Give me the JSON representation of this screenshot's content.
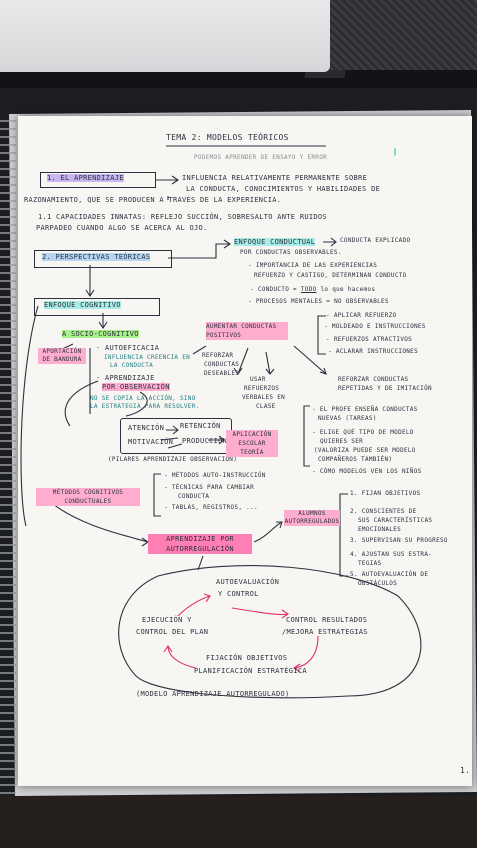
{
  "title": "TEMA 2: MODELOS TEÓRICOS",
  "faint_note": "PODEMOS APRENDER DE ENSAYO Y ERROR",
  "section1": {
    "heading": "1. EL APRENDIZAJE",
    "def_line1": "INFLUENCIA RELATIVAMENTE PERMANENTE SOBRE",
    "def_line2": "LA CONDUCTA, CONOCIMIENTOS Y HABILIDADES DE",
    "def_line3": "RAZONAMIENTO, QUE SE PRODUCEN A TRAVÉS DE LA EXPERIENCIA.",
    "sub_line1": "1.1 CAPACIDADES INNATAS: REFLEJO SUCCIÓN, SOBRESALTO ANTE RUIDOS",
    "sub_line2": "PARPADEO CUANDO ALGO SE ACERCA AL OJO."
  },
  "section2": {
    "heading": "2. PERSPECTIVAS TEÓRICAS",
    "conductual": {
      "label": "ENFOQUE CONDUCTUAL",
      "side1": "CONDUCTA EXPLICADO",
      "side2": "POR CONDUCTAS OBSERVABLES.",
      "b1_1": "- IMPORTANCIA DE LAS EXPERIENCIAS",
      "b1_2": "REFUERZO Y CASTIGO, DETERMINAN CONDUCTO",
      "b2_pre": "- CONDUCTO =",
      "b2_todo": "TODO",
      "b2_post": "lo que hacemos",
      "b3": "- PROCESOS MENTALES = NO OBSERVABLES"
    },
    "cognitivo": {
      "label": "ENFOQUE COGNITIVO"
    },
    "socio": {
      "label": "A SOCIO-COGNITIVO",
      "bandura": "APORTACIÓN DE BANDURA",
      "autoeficacia": "- AUTOEFICACIA",
      "autoeficacia_note1": "INFLUENCIA CREENCIA EN",
      "autoeficacia_note2": "LA CONDUCTA",
      "aprendizaje_obs1": "- APRENDIZAJE",
      "aprendizaje_obs2": "POR OBSERVACIÓN",
      "obs_note1": "NO SE COPIA LA ACCIÓN, SINO",
      "obs_note2": "LA ESTRATEGIA PARA RESOLVER.",
      "aumentar": "AUMENTAR CONDUCTAS POSITIVOS",
      "reforzar_deseables1": "REFORZAR",
      "reforzar_deseables2": "CONDUCTAS",
      "reforzar_deseables3": "DESEABLES",
      "usar1": "USAR",
      "usar2": "REFUERZOS",
      "usar3": "VERBALES EN",
      "usar4": "CLASE",
      "list": [
        "- APLICAR REFUERZO",
        "- MOLDEADO E INSTRUCCIONES",
        "- REFUERZOS ATRACTIVOS",
        "- ACLARAR INSTRUCCIONES"
      ],
      "reforzar_rep1": "REFORZAR CONDUCTAS",
      "reforzar_rep2": "REPETIDAS Y DE IMITACIÓN",
      "atencion": "ATENCIÓN",
      "retencion": "RETENCIÓN",
      "motivacion": "MOTIVACIÓN",
      "produccion": "PRODUCCIÓN",
      "pilares": "(PILARES APRENDIZAJE OBSERVACIÓN)",
      "aplicacion": "APLICACIÓN ESCOLAR TEORÍA",
      "examples": [
        "- EL PROFE ENSEÑA CONDUCTAS",
        "NUEVAS (TAREAS)",
        "- ELIGE QUÉ TIPO DE MODELO",
        "QUIERES SER",
        "(VALORIZA PUEDE SER MODELO",
        "COMPAÑEROS TAMBIÉN)",
        "- CÓMO MODELOS VEN LOS NIÑOS"
      ]
    },
    "metodos": {
      "label": "MÉTODOS COGNITIVOS CONDUCTUALES",
      "items": [
        "- MÉTODOS AUTO-INSTRUCCIÓN",
        "- TÉCNICAS PARA CAMBIAR",
        "CONDUCTA",
        "- TABLAS, REGISTROS, ..."
      ]
    },
    "autoreg": {
      "label": "APRENDIZAJE POR AUTORREGULACIÓN",
      "alumnos": "ALUMNOS AUTORREGULADOS",
      "list": [
        "1. FIJAN OBJETIVOS",
        "2. CONSCIENTES DE",
        "SUS CARACTERÍSTICAS",
        "EMOCIONALES",
        "3. SUPERVISAN SU PROGRESO",
        "4. AJUSTAN SUS ESTRA-",
        "TEGIAS",
        "5. AUTOEVALUACIÓN DE",
        "OBSTÁCULOS"
      ]
    },
    "cycle": {
      "top1": "AUTOEVALUACIÓN",
      "top2": "Y CONTROL",
      "left1": "EJECUCIÓN Y",
      "left2": "CONTROL DEL PLAN",
      "right1": "CONTROL RESULTADOS",
      "right2": "/MEJORA ESTRATEGIAS",
      "bottom1": "FIJACIÓN OBJETIVOS",
      "bottom2": "PLANIFICACIÓN ESTRATÉGICA",
      "caption": "(MODELO APRENDIZAJE AUTORREGULADO)"
    }
  },
  "page_number": "1."
}
